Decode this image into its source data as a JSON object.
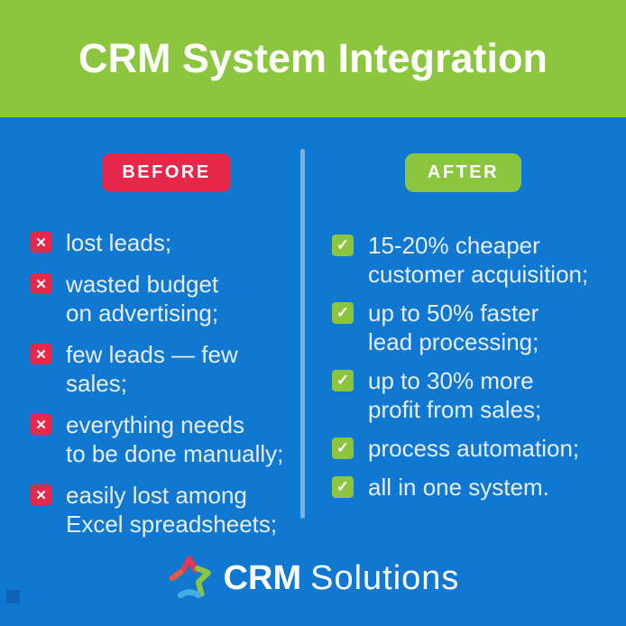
{
  "colors": {
    "header_green": "#8CC63F",
    "background_blue": "#1178D2",
    "badge_red": "#E8284B",
    "badge_green": "#8CC63F",
    "divider_light_blue": "#7EB1E2",
    "body_text": "#E6EFF9",
    "title_text": "#FFFFFF"
  },
  "header": {
    "title": "CRM System Integration"
  },
  "before": {
    "label": "BEFORE",
    "items": [
      {
        "text": [
          "lost leads;"
        ]
      },
      {
        "text": [
          "wasted budget",
          "on advertising;"
        ]
      },
      {
        "text": [
          "few leads — few",
          "sales;"
        ]
      },
      {
        "text": [
          "everything needs",
          "to be done manually;"
        ]
      },
      {
        "text": [
          "easily lost among",
          "Excel spreadsheets;"
        ]
      }
    ]
  },
  "after": {
    "label": "AFTER",
    "items": [
      {
        "text": [
          "15-20% cheaper",
          "customer acquisition;"
        ]
      },
      {
        "text": [
          "up to 50% faster",
          "lead processing;"
        ]
      },
      {
        "text": [
          "up to 30% more",
          "profit from sales;"
        ]
      },
      {
        "text": [
          "process automation;"
        ]
      },
      {
        "text": [
          "all in one system."
        ]
      }
    ]
  },
  "icons": {
    "cross": "✕",
    "check": "✓"
  },
  "footer": {
    "brand_bold": "CRM",
    "brand_light": "Solutions"
  }
}
